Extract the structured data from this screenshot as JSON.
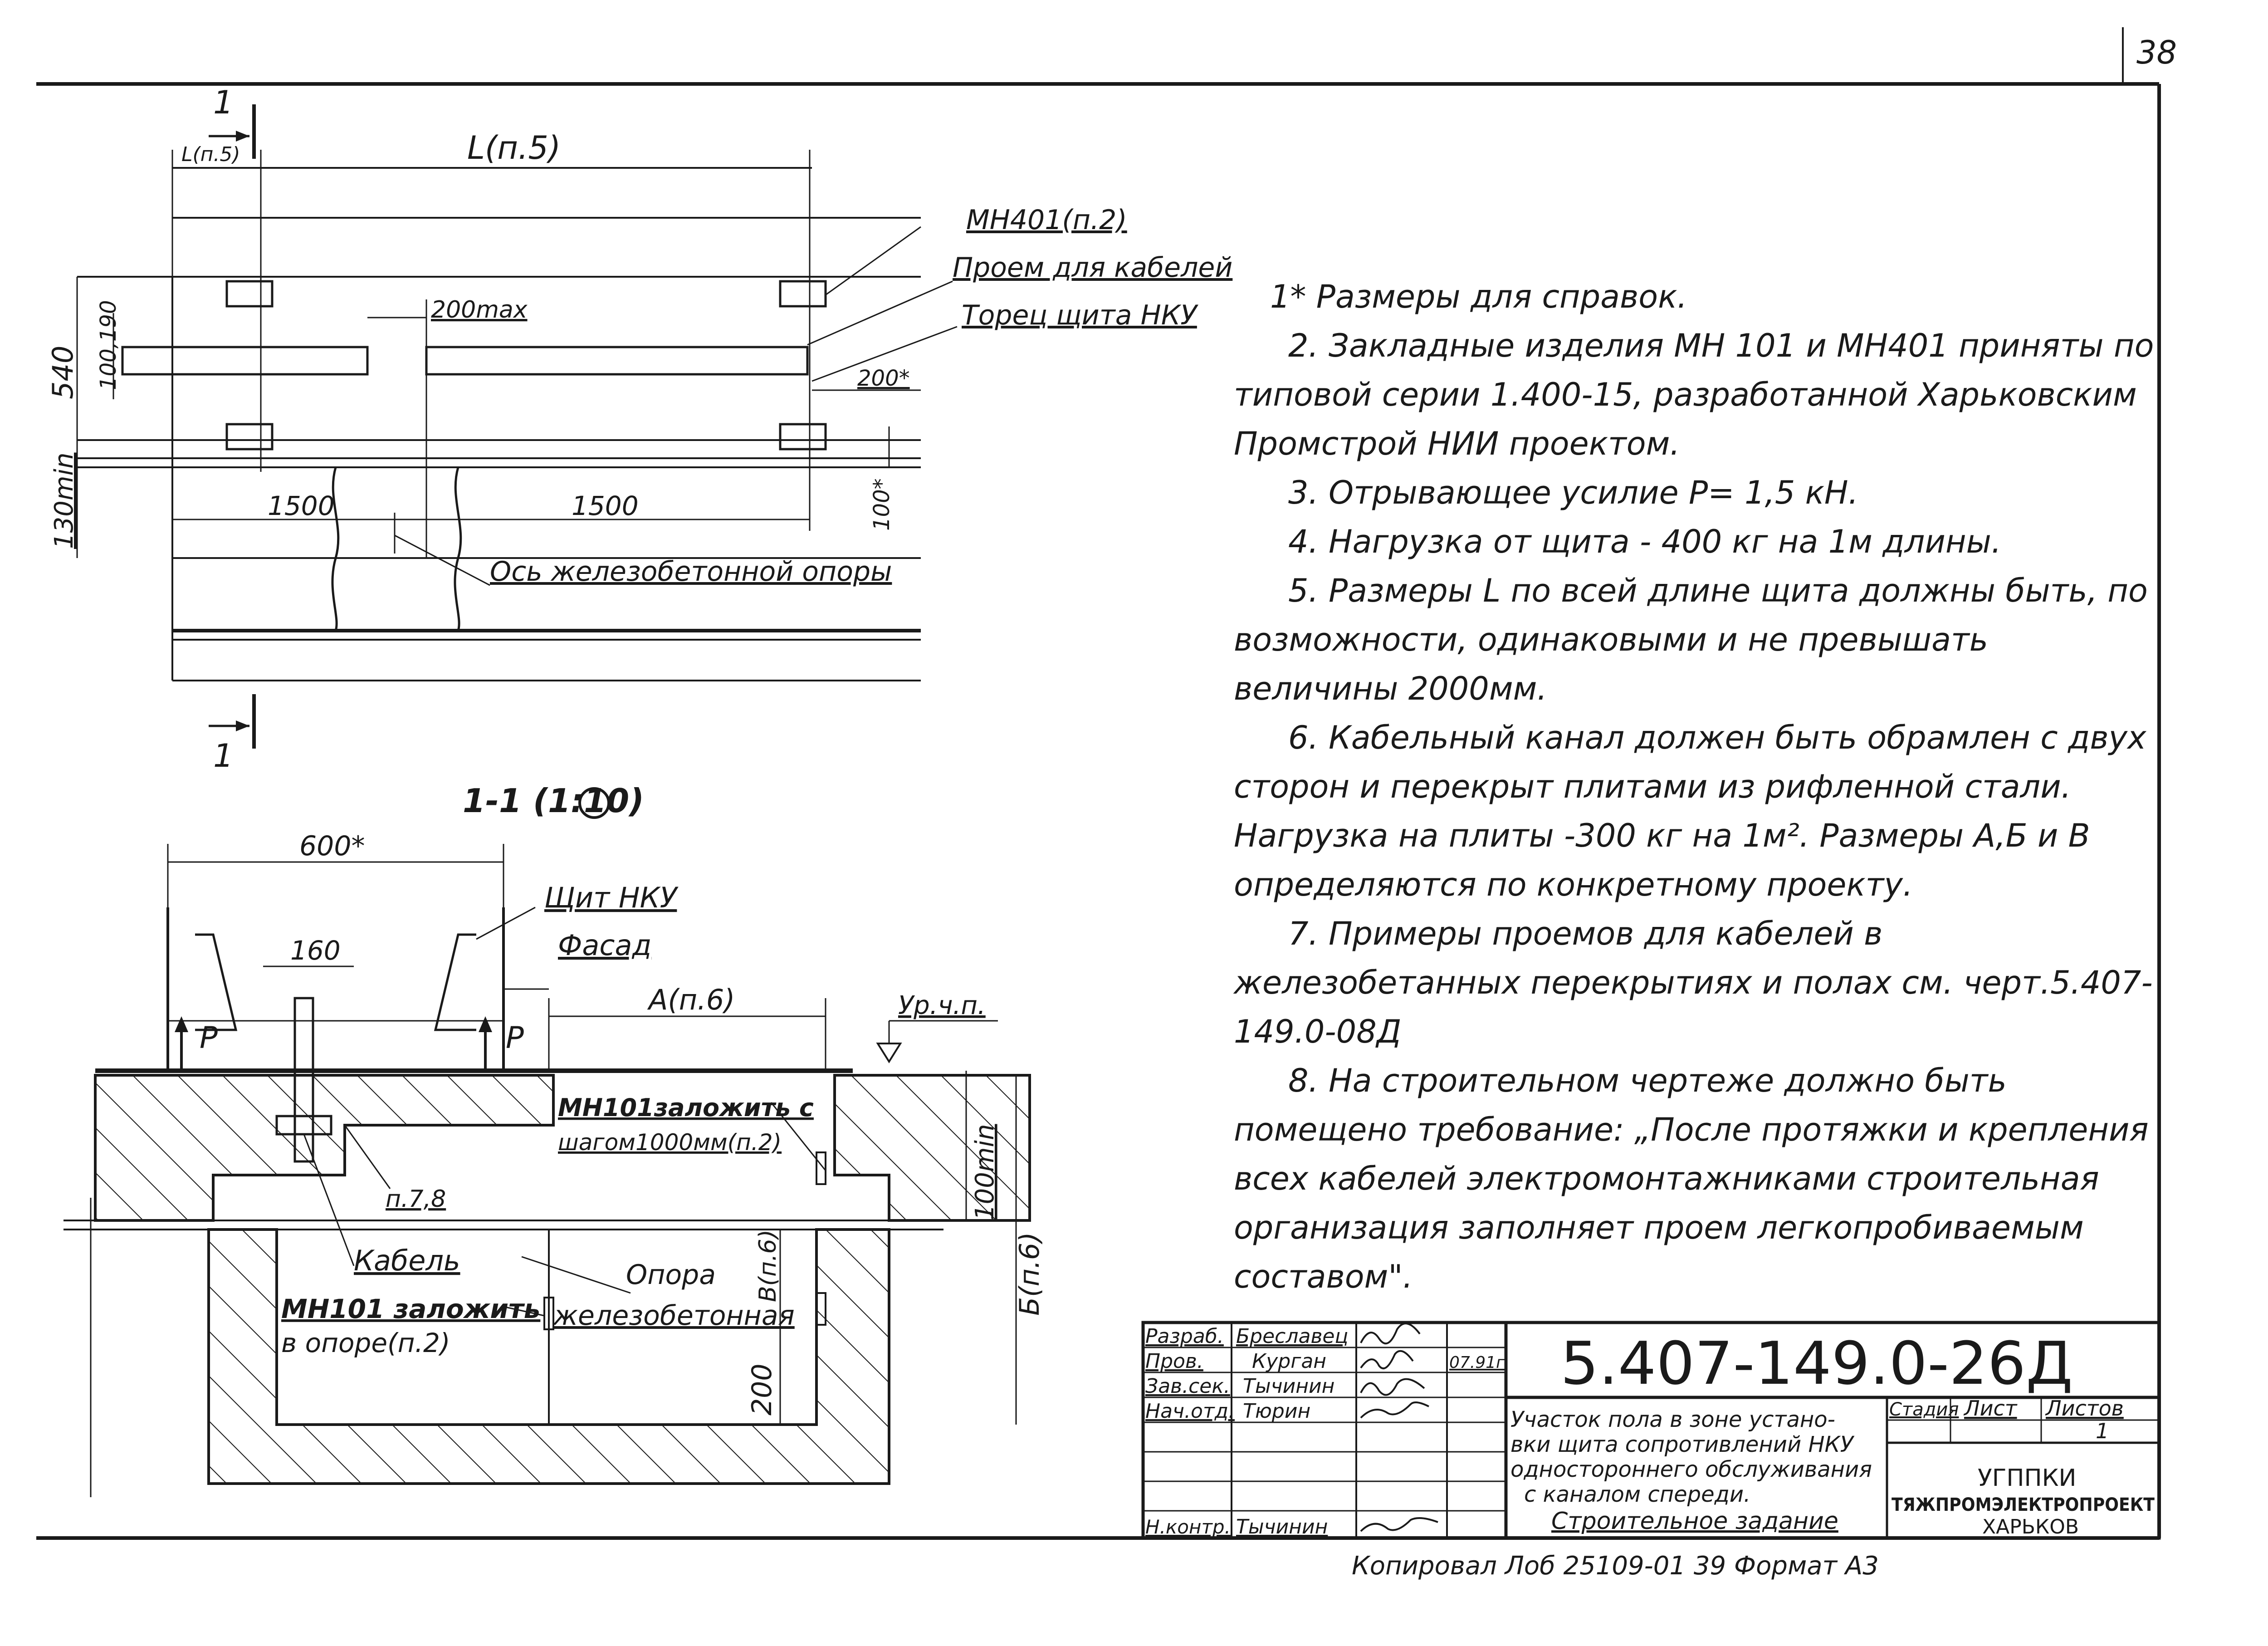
{
  "page": {
    "sheet_number": "38"
  },
  "plan": {
    "section_mark": "1",
    "dim_l_small": "L(п.5)",
    "dim_l": "L(п.5)",
    "dim_540": "540",
    "dim_100_190": "100,190",
    "dim_130min": "130min",
    "dim_200max": "200max",
    "dim_200star": "200*",
    "dim_100star": "100*",
    "dim_1500_left": "1500",
    "dim_1500_right": "1500",
    "label_mn401": "МН401(п.2)",
    "label_opening": "Проем для кабелей",
    "label_end": "Торец щита НКУ",
    "label_axis": "Ось железобетонной опоры"
  },
  "section": {
    "title": "1-1 (1:10)",
    "dim_600": "600*",
    "dim_160": "160",
    "dim_a": "А(п.6)",
    "label_shchit": "Щит НКУ",
    "label_facade": "Фасад",
    "label_level": "Ур.ч.п.",
    "label_p_left": "Р",
    "label_p_right": "Р",
    "label_mn101_step_1": "МН101заложить с",
    "label_mn101_step_2": "шагом1000мм(п.2)",
    "label_p78": "п.7,8",
    "label_cable": "Кабель",
    "label_support_1": "Опора",
    "label_support_2": "железобетонная",
    "label_mn101_support_1": "МН101 заложить",
    "label_mn101_support_2": "в опоре(п.2)",
    "dim_100min": "100min",
    "dim_b": "Б(п.6)",
    "dim_v": "В(п.6)",
    "dim_200": "200"
  },
  "notes": [
    "1* Размеры для справок.",
    "2. Закладные изделия МН 101 и МН401 приняты по типовой серии 1.400-15, разработанной Харьковским Промстрой НИИ проектом.",
    "3. Отрывающее усилие Р= 1,5 кН.",
    "4. Нагрузка от щита - 400 кг на 1м длины.",
    "5. Размеры L по всей длине щита должны быть, по возможности, одинаковыми и не превышать величины 2000мм.",
    "6. Кабельный канал должен быть обрамлен с двух сторон и перекрыт плитами из рифленной стали. Нагрузка на плиты -300 кг на 1м². Размеры А,Б и В определяются по конкретному проекту.",
    "7. Примеры проемов для кабелей в железобетанных перекрытиях и полах см. черт.5.407-149.0-08Д",
    "8. На строительном чертеже должно быть помещено требование: „После протяжки и крепления всех кабелей электромонтажниками строительная организация заполняет проем легкопробиваемым составом\"."
  ],
  "title_block": {
    "rows": [
      {
        "role": "Разраб.",
        "name": "Бреславец",
        "date": ""
      },
      {
        "role": "Пров.",
        "name": "Курган",
        "date": "07.91г"
      },
      {
        "role": "Зав.сек.",
        "name": "Тычинин",
        "date": ""
      },
      {
        "role": "Нач.отд.",
        "name": "Тюрин",
        "date": ""
      },
      {
        "role": "",
        "name": "",
        "date": ""
      },
      {
        "role": "",
        "name": "",
        "date": ""
      },
      {
        "role": "Н.контр.",
        "name": "Тычинин",
        "date": ""
      }
    ],
    "document_code": "5.407-149.0-26Д",
    "title_lines": [
      "Участок пола в зоне устано-",
      "вки щита сопротивлений НКУ",
      "одностороннего обслуживания",
      "с каналом спереди.",
      "Строительное задание"
    ],
    "stage_header": "Стадия",
    "sheet_header": "Лист",
    "sheets_header": "Листов",
    "sheets_value": "1",
    "org_lines": [
      "УГППКИ",
      "ТЯЖПРОМЭЛЕКТРОПРОЕКТ",
      "ХАРЬКОВ"
    ]
  },
  "footer": {
    "text": "Копировал   Лоб   25109-01   39     Формат А3"
  }
}
